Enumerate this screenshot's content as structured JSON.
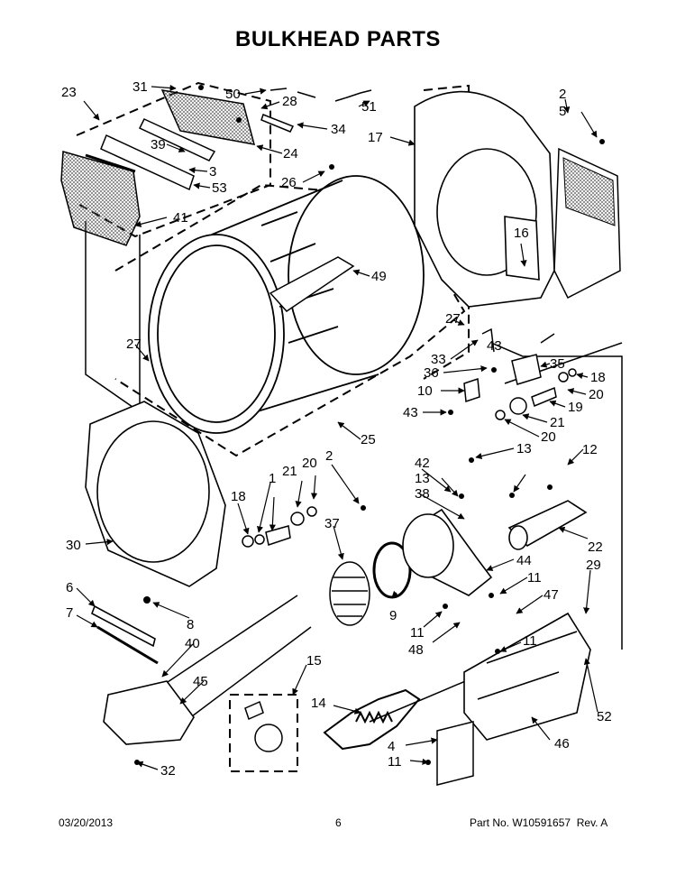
{
  "page": {
    "title": "BULKHEAD PARTS",
    "footer": {
      "date": "03/20/2013",
      "page_number": "6",
      "part_no": "Part No. W10591657  Rev. A"
    }
  },
  "callouts": [
    {
      "id": "c23",
      "label": "23"
    },
    {
      "id": "c31",
      "label": "31"
    },
    {
      "id": "c50",
      "label": "50"
    },
    {
      "id": "c28",
      "label": "28"
    },
    {
      "id": "c51",
      "label": "51"
    },
    {
      "id": "c34",
      "label": "34"
    },
    {
      "id": "c39",
      "label": "39"
    },
    {
      "id": "c24",
      "label": "24"
    },
    {
      "id": "c3",
      "label": "3"
    },
    {
      "id": "c53",
      "label": "53"
    },
    {
      "id": "c26",
      "label": "26"
    },
    {
      "id": "c41",
      "label": "41"
    },
    {
      "id": "c2a",
      "label": "2"
    },
    {
      "id": "c5",
      "label": "5"
    },
    {
      "id": "c17",
      "label": "17"
    },
    {
      "id": "c16",
      "label": "16"
    },
    {
      "id": "c49",
      "label": "49"
    },
    {
      "id": "c27a",
      "label": "27"
    },
    {
      "id": "c27b",
      "label": "27"
    },
    {
      "id": "c33",
      "label": "33"
    },
    {
      "id": "c43a",
      "label": "43"
    },
    {
      "id": "c35",
      "label": "35"
    },
    {
      "id": "c36",
      "label": "36"
    },
    {
      "id": "c18a",
      "label": "18"
    },
    {
      "id": "c10",
      "label": "10"
    },
    {
      "id": "c20a",
      "label": "20"
    },
    {
      "id": "c19",
      "label": "19"
    },
    {
      "id": "c43b",
      "label": "43"
    },
    {
      "id": "c21a",
      "label": "21"
    },
    {
      "id": "c20b",
      "label": "20"
    },
    {
      "id": "c25",
      "label": "25"
    },
    {
      "id": "c13a",
      "label": "13"
    },
    {
      "id": "c12",
      "label": "12"
    },
    {
      "id": "c2b",
      "label": "2"
    },
    {
      "id": "c21b",
      "label": "21"
    },
    {
      "id": "c20c",
      "label": "20"
    },
    {
      "id": "c42",
      "label": "42"
    },
    {
      "id": "c13b",
      "label": "13"
    },
    {
      "id": "c18b",
      "label": "18"
    },
    {
      "id": "c1",
      "label": "1"
    },
    {
      "id": "c38",
      "label": "38"
    },
    {
      "id": "c37",
      "label": "37"
    },
    {
      "id": "c22",
      "label": "22"
    },
    {
      "id": "c30",
      "label": "30"
    },
    {
      "id": "c44",
      "label": "44"
    },
    {
      "id": "c29",
      "label": "29"
    },
    {
      "id": "c6",
      "label": "6"
    },
    {
      "id": "c11a",
      "label": "11"
    },
    {
      "id": "c47",
      "label": "47"
    },
    {
      "id": "c7",
      "label": "7"
    },
    {
      "id": "c8",
      "label": "8"
    },
    {
      "id": "c9",
      "label": "9"
    },
    {
      "id": "c11b",
      "label": "11"
    },
    {
      "id": "c40",
      "label": "40"
    },
    {
      "id": "c48",
      "label": "48"
    },
    {
      "id": "c11c",
      "label": "11"
    },
    {
      "id": "c15",
      "label": "15"
    },
    {
      "id": "c45",
      "label": "45"
    },
    {
      "id": "c14",
      "label": "14"
    },
    {
      "id": "c52",
      "label": "52"
    },
    {
      "id": "c4",
      "label": "4"
    },
    {
      "id": "c46",
      "label": "46"
    },
    {
      "id": "c11d",
      "label": "11"
    },
    {
      "id": "c32",
      "label": "32"
    }
  ]
}
